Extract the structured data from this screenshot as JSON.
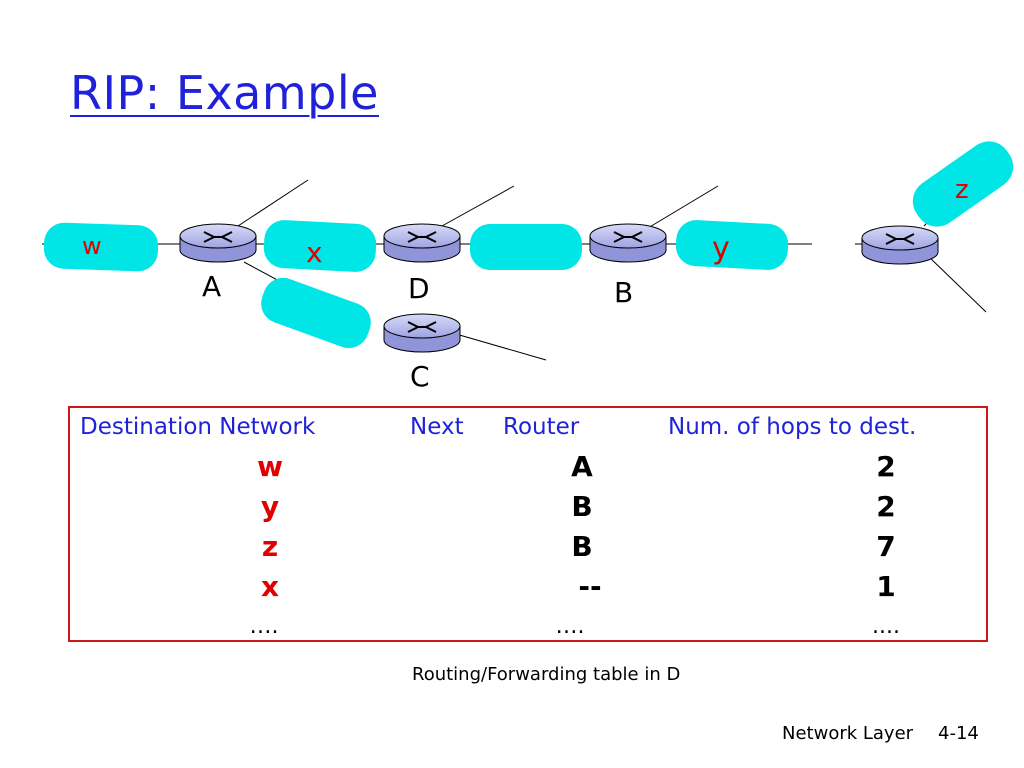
{
  "title": "RIP: Example",
  "networks": {
    "w": "w",
    "x": "x",
    "y": "y",
    "z": "z"
  },
  "routers": {
    "A": "A",
    "D": "D",
    "B": "B",
    "C": "C"
  },
  "table": {
    "headers": {
      "destination": "Destination Network",
      "next": "Next",
      "router": "Router",
      "hops": "Num. of hops to dest."
    },
    "rows": [
      {
        "dest": "w",
        "next_router": "A",
        "hops": "2"
      },
      {
        "dest": "y",
        "next_router": "B",
        "hops": "2"
      },
      {
        "dest": "z",
        "next_router": "B",
        "hops": "7"
      },
      {
        "dest": "x",
        "next_router": "--",
        "hops": "1"
      },
      {
        "dest": "….",
        "next_router": "….",
        "hops": "...."
      }
    ]
  },
  "caption": "Routing/Forwarding table in D",
  "footer": {
    "section": "Network Layer",
    "page": "4-14"
  },
  "colors": {
    "network_blob": "#00e5e5",
    "router_fill": "#b4b9ec",
    "title": "#1f22d9",
    "dest_text": "#e00000",
    "table_border": "#cc1a1a"
  }
}
